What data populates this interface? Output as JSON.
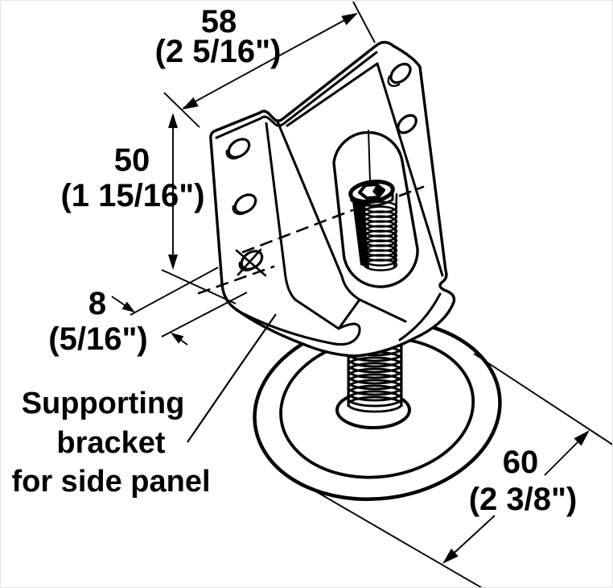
{
  "colors": {
    "line": "#000000",
    "background": "#ffffff"
  },
  "dimensions": {
    "top_width": {
      "metric": "58",
      "imperial": "(2 5/16\")"
    },
    "left_height": {
      "metric": "50",
      "imperial": "(1 15/16\")"
    },
    "lip_thickness": {
      "metric": "8",
      "imperial": "(5/16\")"
    },
    "base_diameter": {
      "metric": "60",
      "imperial": "(2 3/8\")"
    }
  },
  "annotation": {
    "line1": "Supporting",
    "line2": "bracket",
    "line3": "for side panel"
  }
}
